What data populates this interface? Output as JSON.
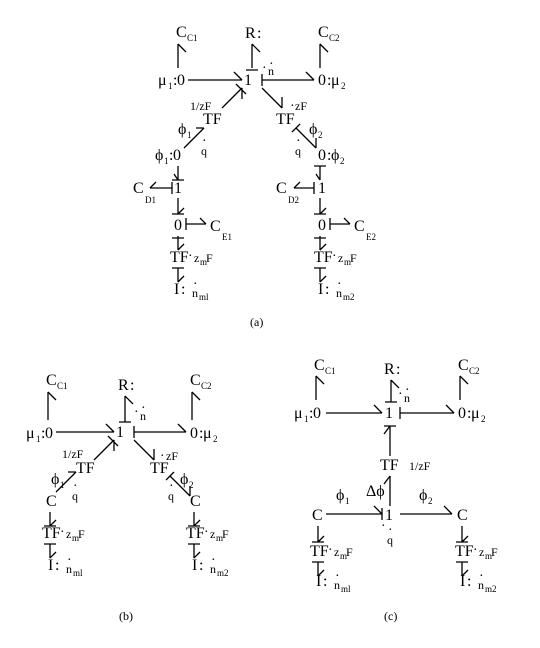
{
  "captions": {
    "a": "(a)",
    "b": "(b)",
    "c": "(c)"
  },
  "symbols": {
    "C": "C",
    "R": "R",
    "one": "1",
    "zero": "0",
    "tf": "TF",
    "i": "I",
    "colon": ":",
    "mu": "μ",
    "phi": "ϕ",
    "dphi": "Δϕ",
    "ndot": "n",
    "qdot": "q",
    "dot": "·",
    "zf_ratio": "1/zF",
    "zf": "zF",
    "zmf": "z",
    "zmf_tail": "F",
    "zmf_sub": "m"
  },
  "subscripts": {
    "c1": "C1",
    "c2": "C2",
    "d1": "D1",
    "d2": "D2",
    "e1": "E1",
    "e2": "E2",
    "one": "1",
    "two": "2",
    "m1": "ml",
    "m2": "m2"
  },
  "colors": {
    "ink": "#000000",
    "background": "#ffffff"
  }
}
